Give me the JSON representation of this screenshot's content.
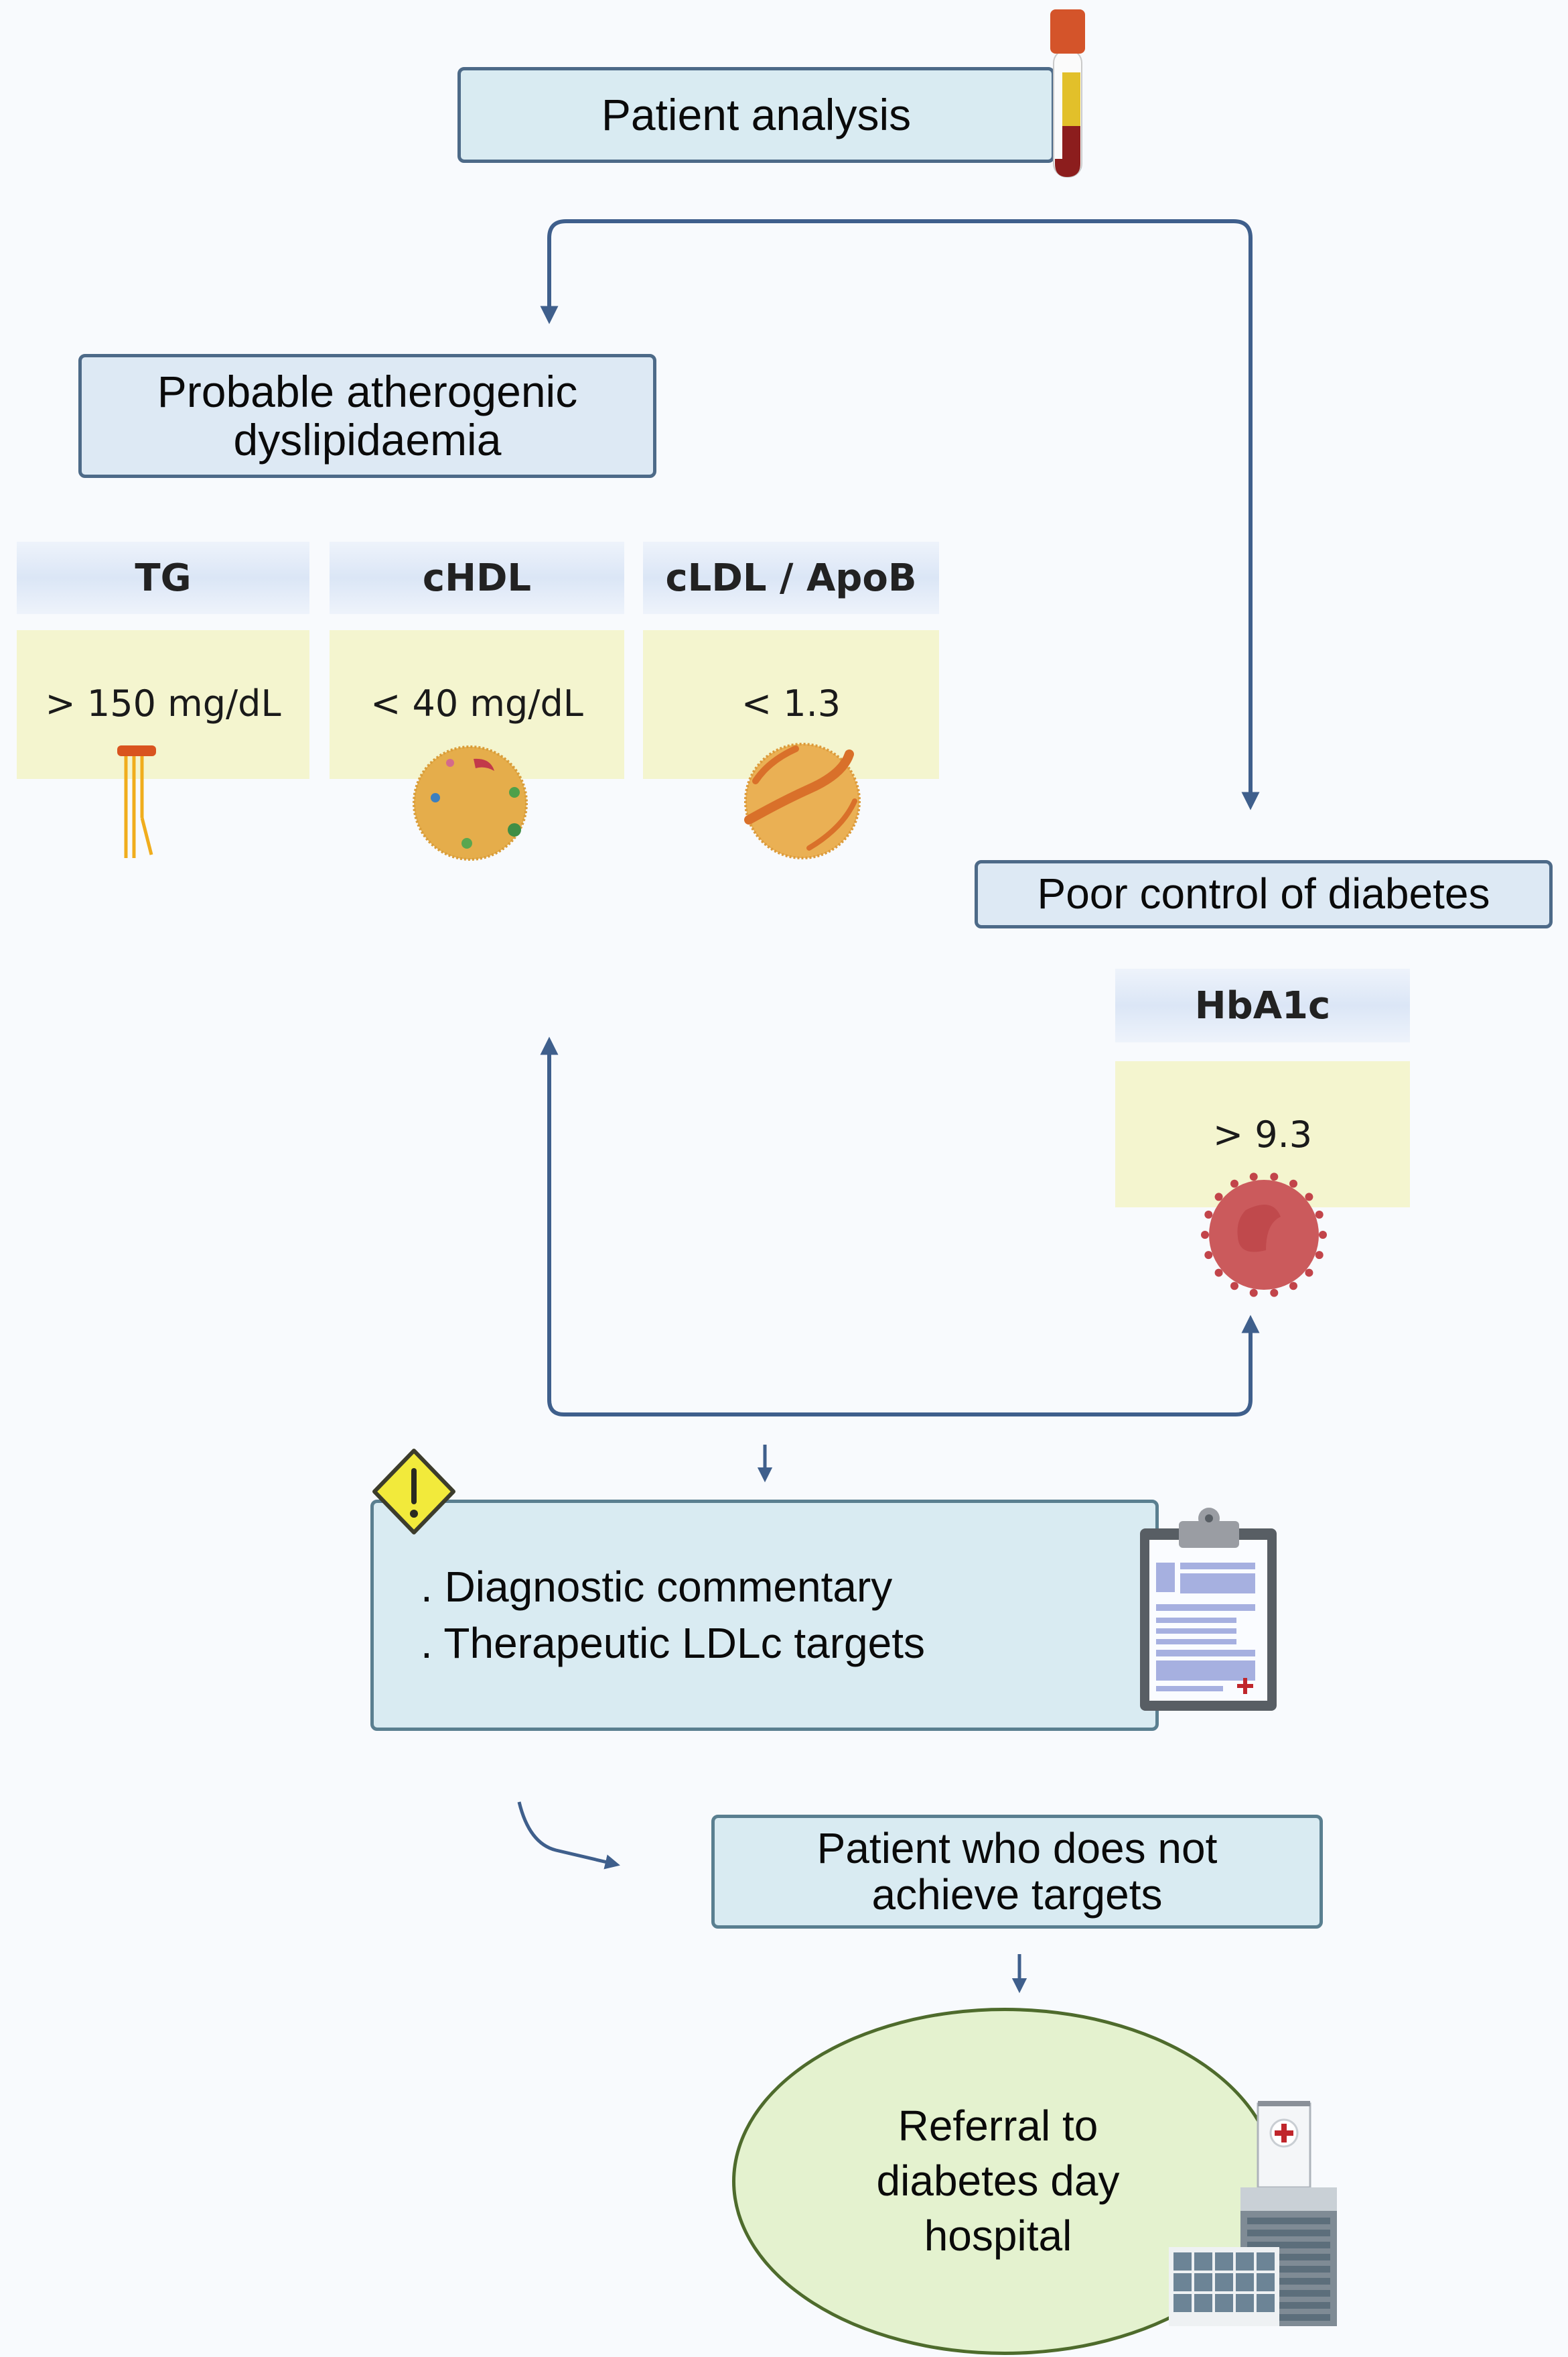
{
  "colors": {
    "background": "#f8fafd",
    "connector": "#3f5f8c",
    "box_border": "#4d6a88",
    "box_fill_blue": "#dde9f4",
    "box_fill_teal": "#d9ebf2",
    "header_fill": "#dbe6f6",
    "value_fill": "#f4f5cf",
    "referral_fill": "#e4f2cf",
    "referral_border": "#4e6b2c",
    "warning_yellow": "#f0e93a"
  },
  "patient_analysis": {
    "label": "Patient analysis",
    "icon": "blood-tube-icon"
  },
  "atherogenic": {
    "label": "Probable atherogenic\ndyslipidaemia",
    "parameters": [
      {
        "name": "TG",
        "value": "> 150 mg/dL",
        "icon": "triglyceride-icon"
      },
      {
        "name": "cHDL",
        "value": "< 40 mg/dL",
        "icon": "hdl-particle-icon"
      },
      {
        "name": "cLDL / ApoB",
        "value": "< 1.3",
        "icon": "ldl-particle-icon"
      }
    ]
  },
  "diabetes": {
    "label": "Poor control of diabetes",
    "parameter": {
      "name": "HbA1c",
      "value": "> 9.3",
      "icon": "red-blood-cell-icon"
    }
  },
  "diagnostic": {
    "lines": [
      ". Diagnostic commentary",
      ". Therapeutic LDLc targets"
    ],
    "warning_icon": "warning-icon",
    "document_icon": "clipboard-icon"
  },
  "not_achieve": {
    "label": "Patient who does not\nachieve targets"
  },
  "referral": {
    "label": "Referral to\ndiabetes day\nhospital",
    "icon": "hospital-icon"
  }
}
